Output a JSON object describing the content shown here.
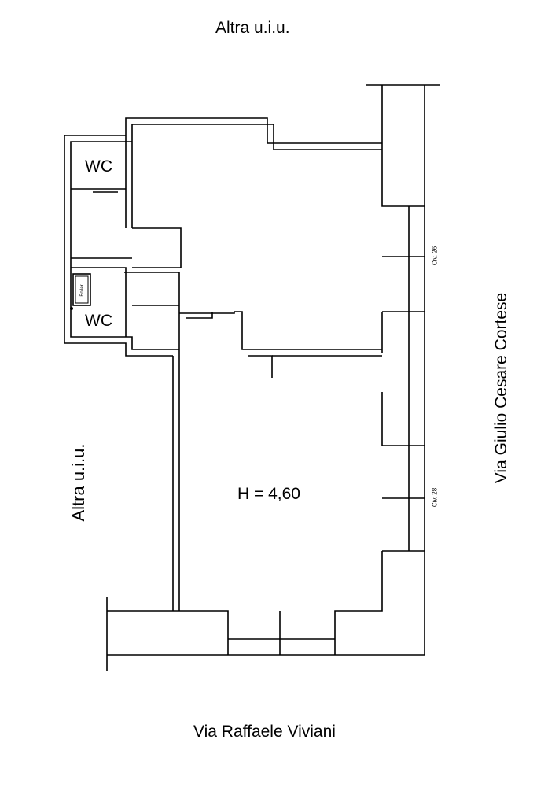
{
  "labels": {
    "top": "Altra u.i.u.",
    "left": "Altra u.i.u.",
    "right": "Via Giulio Cesare Cortese",
    "bottom": "Via Raffaele Viviani",
    "height": "H = 4,60",
    "wc_upper": "WC",
    "wc_lower": "WC",
    "civic_upper": "Civ. 26",
    "civic_lower": "Civ. 28",
    "boiler": "Boiler"
  },
  "colors": {
    "line": "#000000",
    "background": "#ffffff"
  }
}
